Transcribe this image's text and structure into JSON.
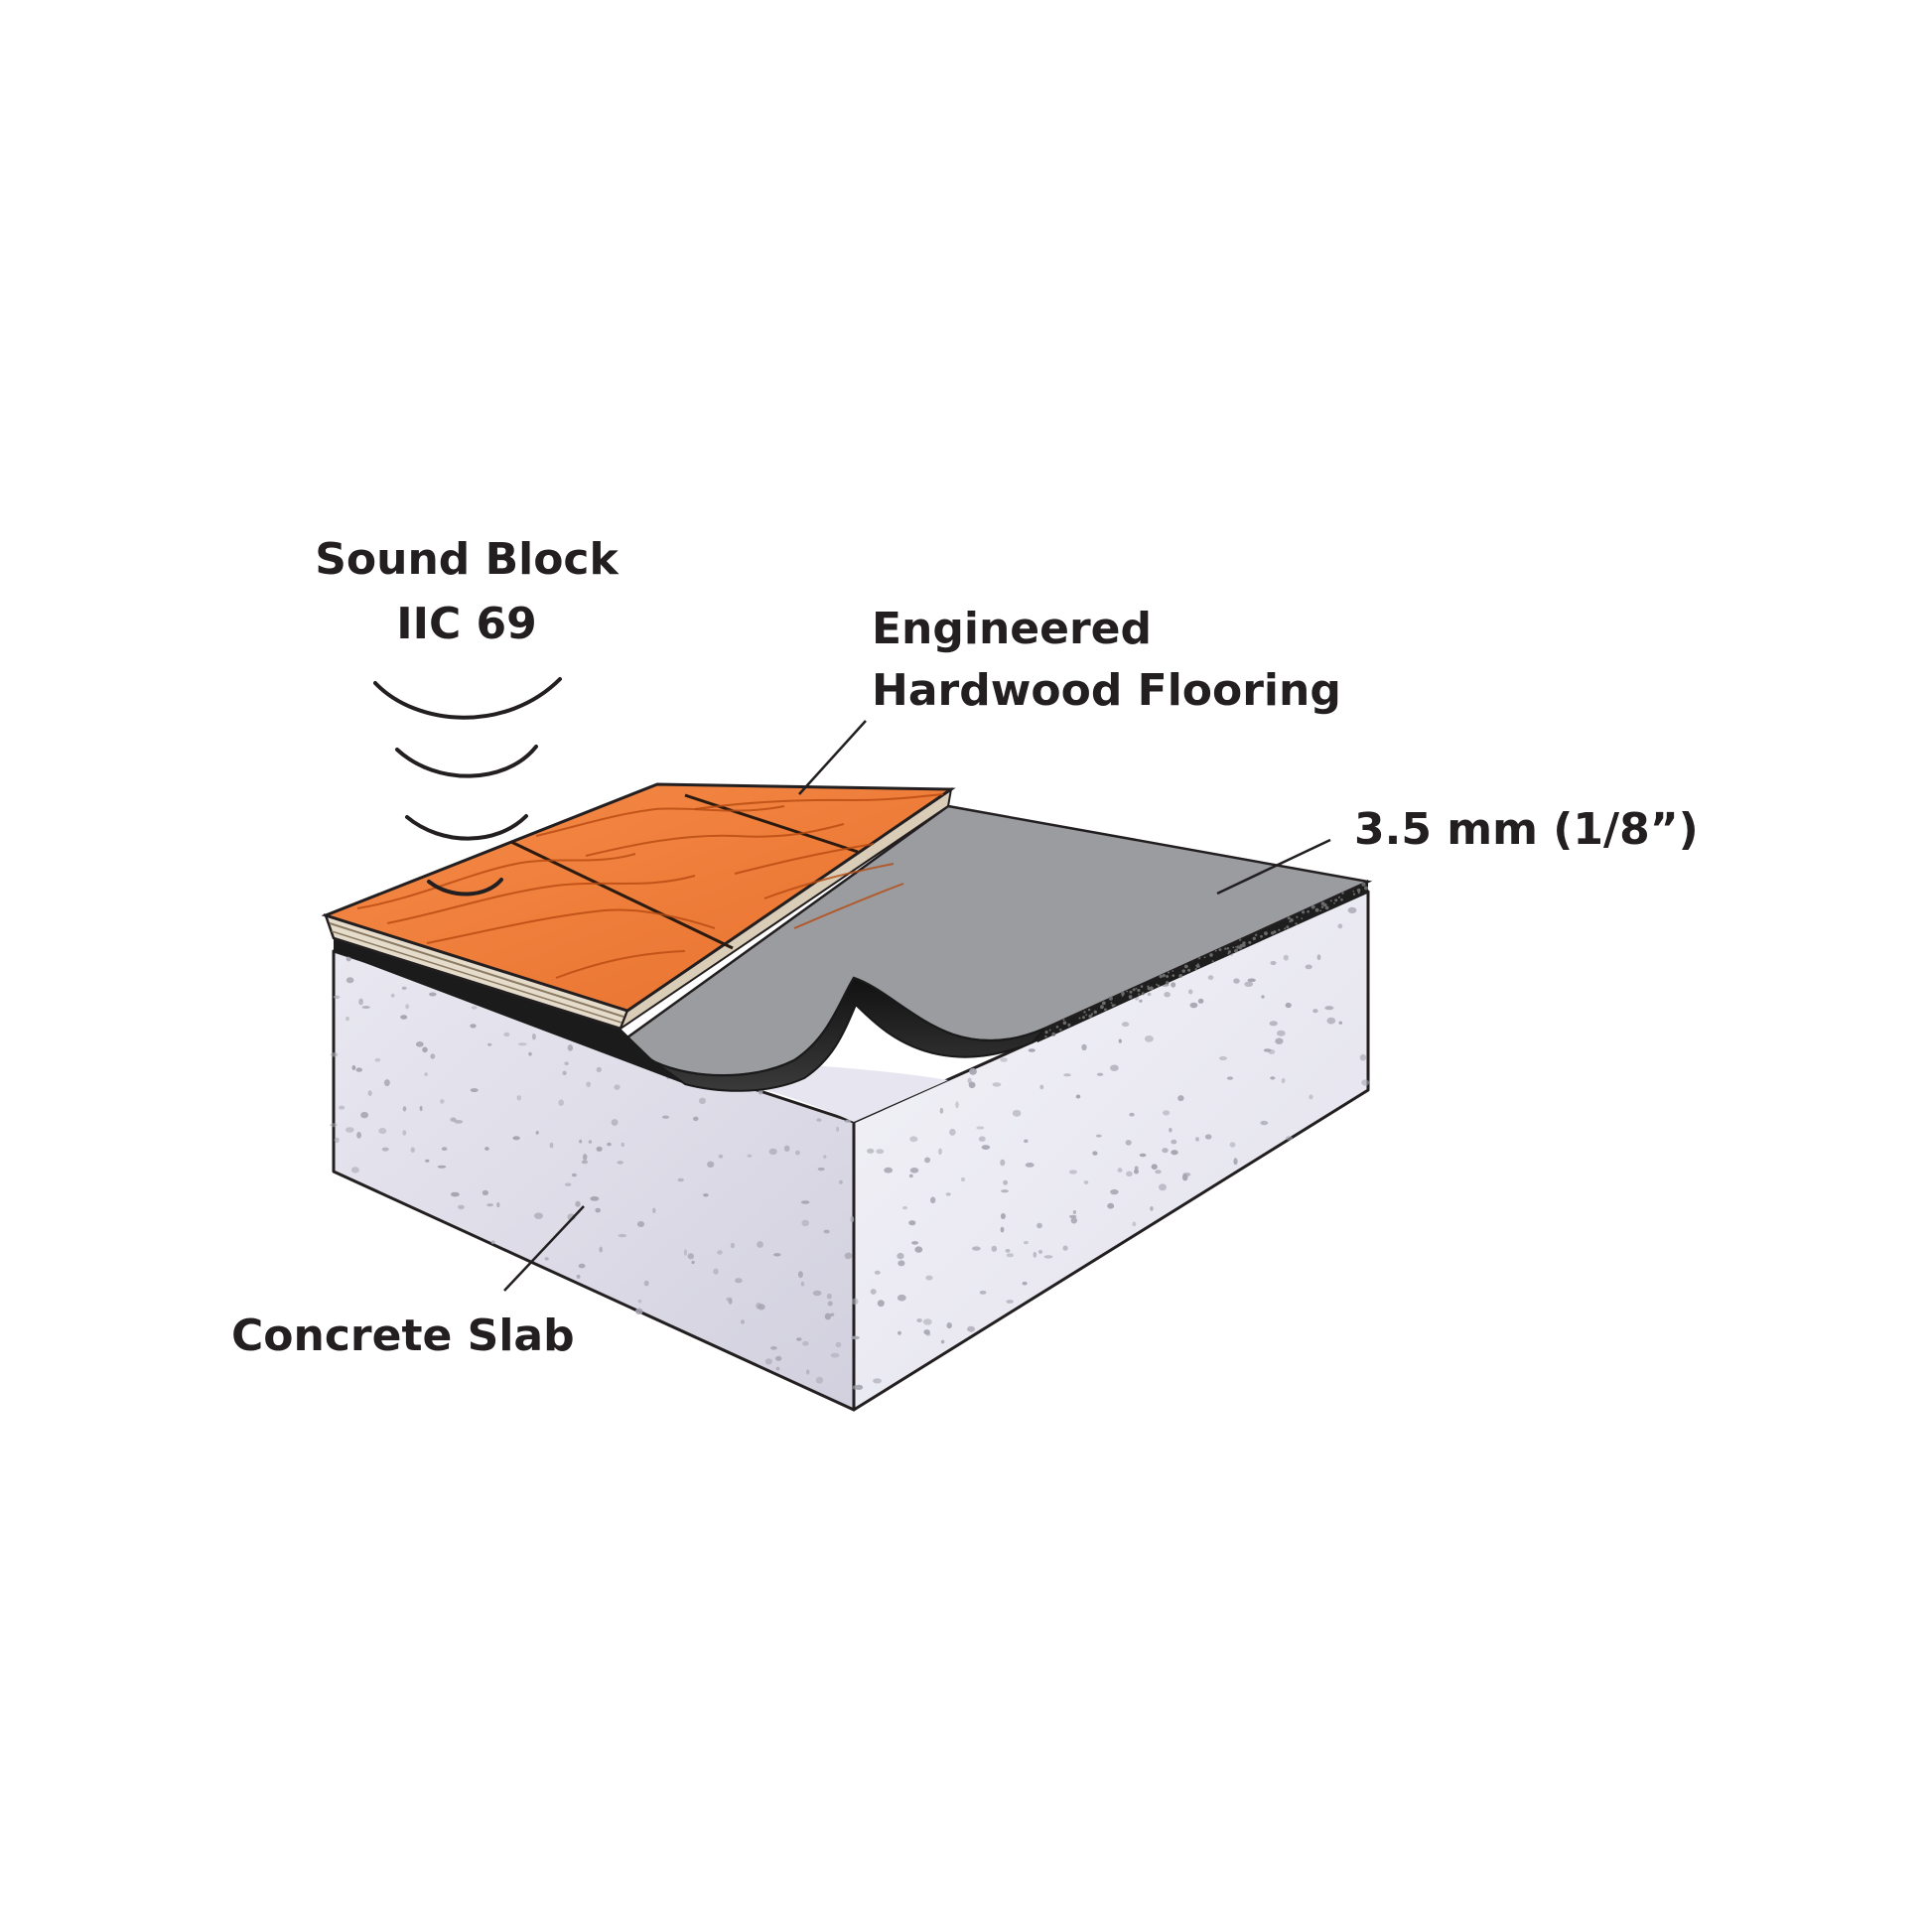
{
  "labels": {
    "sound_block_title": "Sound Block",
    "sound_block_rating": "IIC 69",
    "flooring_line1": "Engineered",
    "flooring_line2": "Hardwood Flooring",
    "underlay_thickness": "3.5 mm (1/8”)",
    "slab": "Concrete Slab"
  },
  "icons": {
    "sound_waves": "sound-waves-icon"
  },
  "colors": {
    "text": "#231f20",
    "wood": "#f07f3c",
    "underlay_top": "#97999c",
    "underlay_edge": "#2a2a2a",
    "concrete_front": "#dcdbe6",
    "concrete_side": "#efeef6",
    "speckle": "#a6a5b0"
  }
}
